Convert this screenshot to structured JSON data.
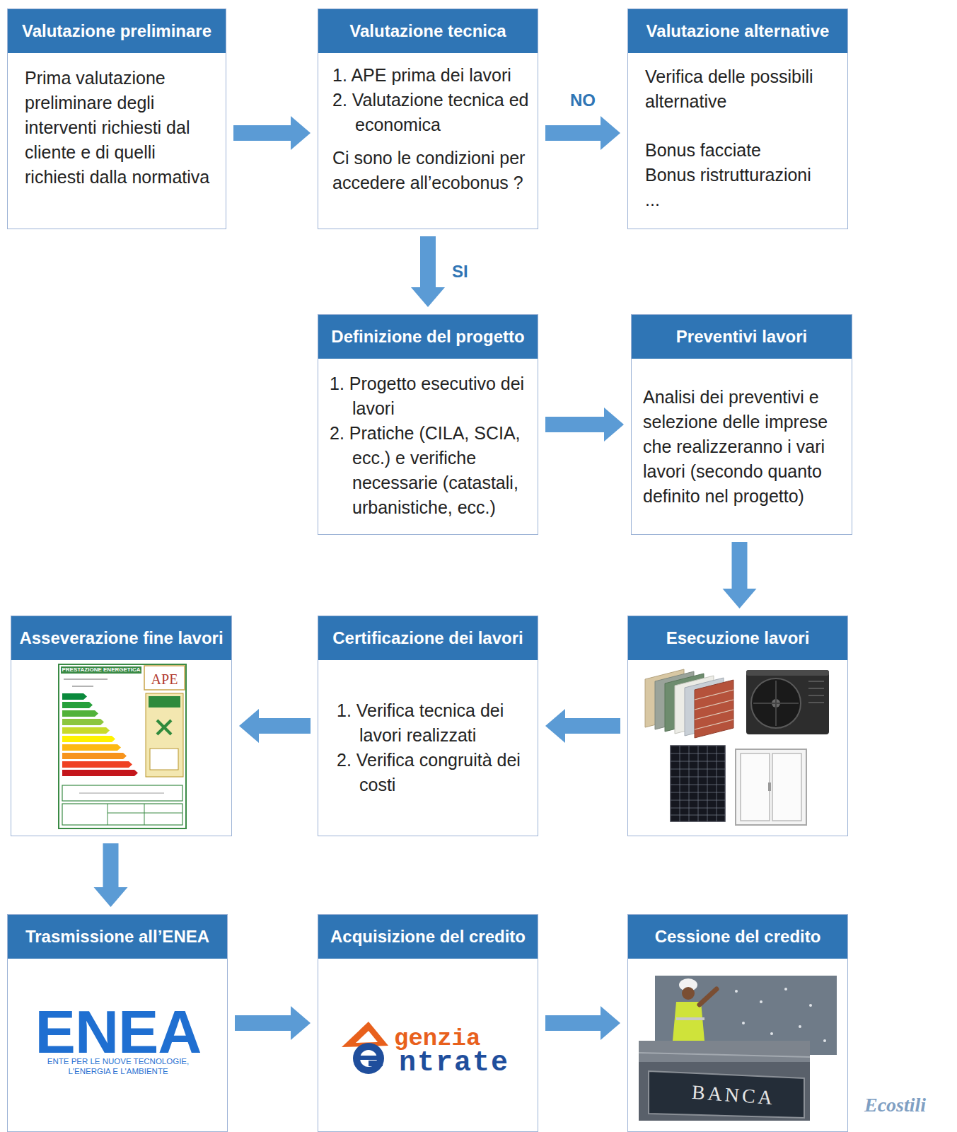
{
  "diagram": {
    "nodes": [
      {
        "text": [
          "Valutazione preliminare",
          "Prima valutazione preliminare degli interventi richiesti dal cliente e di quelli richiesti dalla normativa"
        ]
      },
      {
        "text": [
          "Valutazione tecnica",
          "1. APE prima dei lavori",
          "2. Valutazione tecnica ed economica",
          "Ci sono le condizioni per accedere all’ecobonus ?"
        ]
      },
      {
        "text": [
          "Valutazione alternative",
          "Verifica delle possibili alternative",
          "Bonus facciate",
          "Bonus ristrutturazioni",
          "..."
        ]
      },
      {
        "text": [
          "Definizione del progetto",
          "1. Progetto esecutivo dei lavori",
          "2. Pratiche (CILA, SCIA, ecc.) e verifiche necessarie (catastali, urbanistiche, ecc.)"
        ]
      },
      {
        "text": [
          "Preventivi lavori",
          "Analisi dei preventivi e selezione delle imprese che realizzeranno i vari lavori (secondo quanto definito nel progetto)"
        ]
      },
      {
        "text": [
          "Asseverazione fine lavori"
        ]
      },
      {
        "text": [
          "Certificazione dei lavori",
          "1. Verifica tecnica dei lavori realizzati",
          "2. Verifica congruità dei costi"
        ]
      },
      {
        "text": [
          "Esecuzione lavori"
        ]
      },
      {
        "text": [
          "Trasmissione all’ENEA",
          "ENEA",
          "ENTE PER LE NUOVE TECNOLOGIE, L'ENERGIA E L'AMBIENTE"
        ]
      },
      {
        "text": [
          "Acquisizione del credito",
          "genzia",
          "ntrate"
        ]
      },
      {
        "text": [
          "Cessione del credito",
          "BANCA"
        ]
      }
    ],
    "edges": [
      {
        "from": 0,
        "to": 1,
        "arrow": "to"
      },
      {
        "from": 1,
        "to": 2,
        "label": "NO",
        "arrow": "to"
      },
      {
        "from": 1,
        "to": 3,
        "label": "SI",
        "arrow": "to"
      },
      {
        "from": 3,
        "to": 4,
        "arrow": "to"
      },
      {
        "from": 4,
        "to": 7,
        "arrow": "to"
      },
      {
        "from": 7,
        "to": 6,
        "arrow": "to"
      },
      {
        "from": 6,
        "to": 5,
        "arrow": "to"
      },
      {
        "from": 5,
        "to": 8,
        "arrow": "to"
      },
      {
        "from": 8,
        "to": 9,
        "arrow": "to"
      },
      {
        "from": 9,
        "to": 10,
        "arrow": "to"
      }
    ],
    "labels": [
      "PRESTAZIONE ENERGETICA",
      "APE",
      "Ecostili"
    ]
  }
}
